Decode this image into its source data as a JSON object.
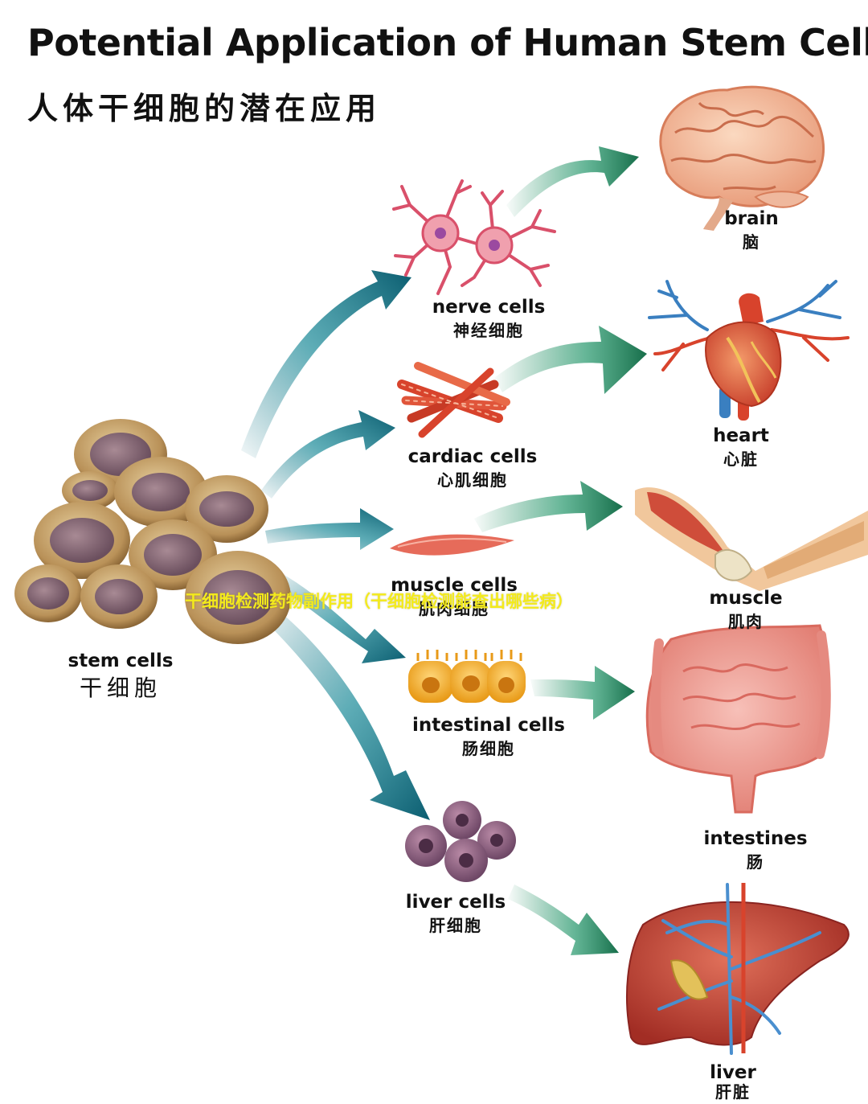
{
  "title": {
    "en": "Potential Application of Human Stem Cells",
    "zh": "人体干细胞的潜在应用"
  },
  "source": {
    "en": "stem cells",
    "zh": "干细胞"
  },
  "cells": [
    {
      "id": "nerve",
      "en": "nerve cells",
      "zh": "神经细胞"
    },
    {
      "id": "cardiac",
      "en": "cardiac cells",
      "zh": "心肌细胞"
    },
    {
      "id": "muscle",
      "en": "muscle cells",
      "zh": "肌肉细胞"
    },
    {
      "id": "intestinal",
      "en": "intestinal cells",
      "zh": "肠细胞"
    },
    {
      "id": "liver",
      "en": "liver cells",
      "zh": "肝细胞"
    }
  ],
  "organs": [
    {
      "id": "brain",
      "en": "brain",
      "zh": "脑"
    },
    {
      "id": "heart",
      "en": "heart",
      "zh": "心脏"
    },
    {
      "id": "muscle",
      "en": "muscle",
      "zh": "肌肉"
    },
    {
      "id": "intestines",
      "en": "intestines",
      "zh": "肠"
    },
    {
      "id": "liver",
      "en": "liver",
      "zh": "肝脏"
    }
  ],
  "watermark": "干细胞检测药物副作用（干细胞检测能查出哪些病）",
  "colors": {
    "arrow_teal": "#0e6f80",
    "arrow_green": "#1c8a5c",
    "watermark": "#f3ea1c"
  }
}
